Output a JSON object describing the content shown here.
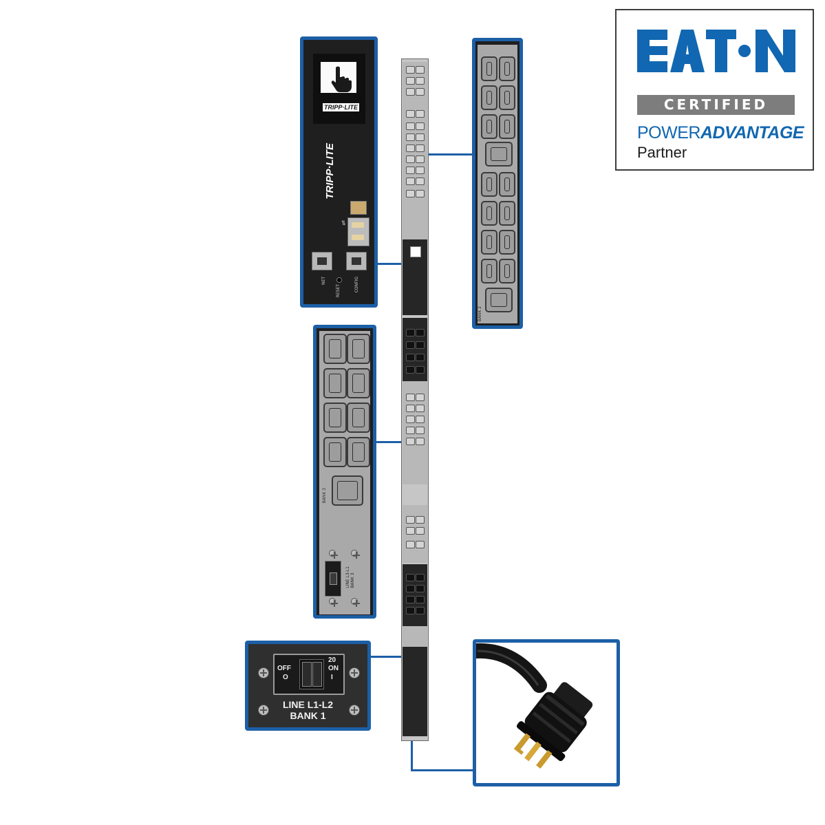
{
  "badge": {
    "brand_logo": "EATON",
    "certified_label": "CERTIFIED",
    "program_word_1": "POWER",
    "program_word_2": "ADVANTAGE",
    "partner_label": "Partner",
    "brand_blue": "#1167b1",
    "bar_grey": "#7d7d7d"
  },
  "controller": {
    "logo": "TRIPP·LITE",
    "port_label_left": "NET",
    "reset_label": "RESET",
    "port_label_right": "CONFIG",
    "touch_icon": "hand-pointer-icon",
    "usb_icon": "usb-icon"
  },
  "outlet_bank_right": {
    "bank_label": "BANK 2"
  },
  "outlet_bank_left": {
    "bank_label": "BANK 3",
    "breaker_label": "LINE L3-L1\nBANK 3"
  },
  "breaker": {
    "rating": "20",
    "off_label": "OFF",
    "off_symbol": "O",
    "on_label": "ON",
    "on_symbol": "I",
    "line_label": "LINE L1-L2",
    "bank_label": "BANK 1"
  },
  "plug": {
    "icon": "locking-plug-icon"
  },
  "colors": {
    "callout_blue": "#1c5fa6",
    "strip_grey": "#c6c6c6"
  }
}
